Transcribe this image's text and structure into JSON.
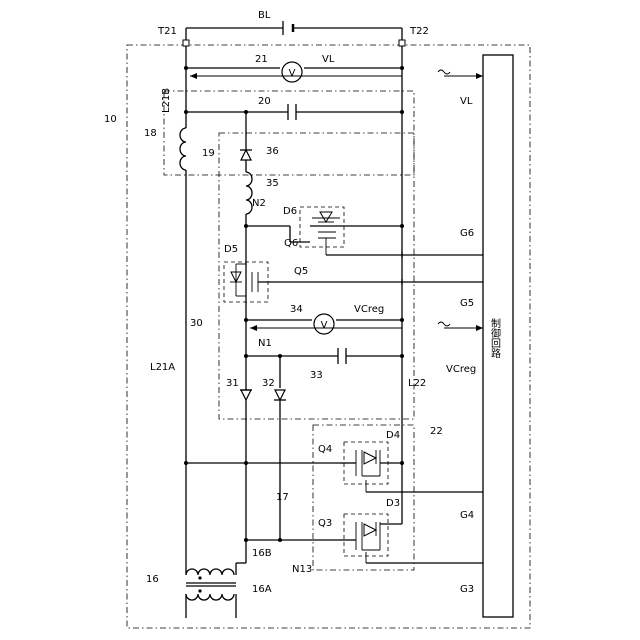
{
  "labels": {
    "bl": "BL",
    "t21": "T21",
    "t22": "T22",
    "n21": "21",
    "vl_top": "VL",
    "l21b": "L21B",
    "n10": "10",
    "n18": "18",
    "n20": "20",
    "n19": "19",
    "n36": "36",
    "n35": "35",
    "n2": "N2",
    "d6": "D6",
    "q6": "Q6",
    "g6": "G6",
    "d5": "D5",
    "q5": "Q5",
    "n30": "30",
    "n34": "34",
    "vcreg_top": "VCreg",
    "g5": "G5",
    "n1": "N1",
    "l21a": "L21A",
    "n33": "33",
    "n31": "31",
    "n32": "32",
    "l22": "L22",
    "vcreg_side": "VCreg",
    "ctrl": "制御回路",
    "n22": "22",
    "d4": "D4",
    "q4": "Q4",
    "n17": "17",
    "d3": "D3",
    "q3": "Q3",
    "g4": "G4",
    "n13": "N13",
    "n16b": "16B",
    "n16a": "16A",
    "n16": "16",
    "g3": "G3",
    "vl_side": "VL",
    "voltmeter": "V"
  }
}
